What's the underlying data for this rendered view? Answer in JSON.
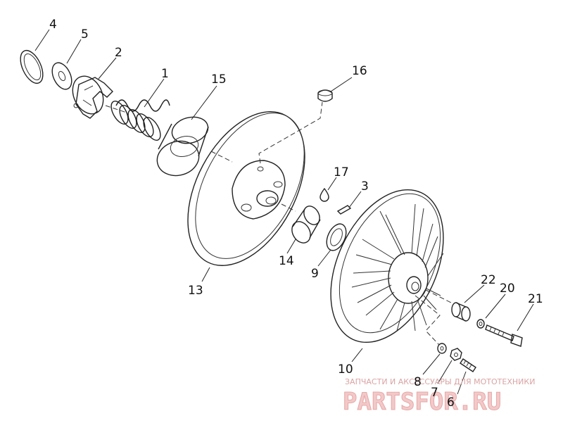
{
  "callouts": [
    {
      "id": "4"
    },
    {
      "id": "5"
    },
    {
      "id": "2"
    },
    {
      "id": "1"
    },
    {
      "id": "15"
    },
    {
      "id": "16"
    },
    {
      "id": "17"
    },
    {
      "id": "3"
    },
    {
      "id": "14"
    },
    {
      "id": "9"
    },
    {
      "id": "13"
    },
    {
      "id": "22"
    },
    {
      "id": "20"
    },
    {
      "id": "21"
    },
    {
      "id": "10"
    },
    {
      "id": "8"
    },
    {
      "id": "7"
    },
    {
      "id": "6"
    }
  ],
  "watermark": {
    "tagline": "ЗАПЧАСТИ И АКСЕССУАРЫ ДЛЯ МОТОТЕХНИКИ",
    "logo": "PARTSFOR.RU",
    "color": "#e8a0a0"
  }
}
